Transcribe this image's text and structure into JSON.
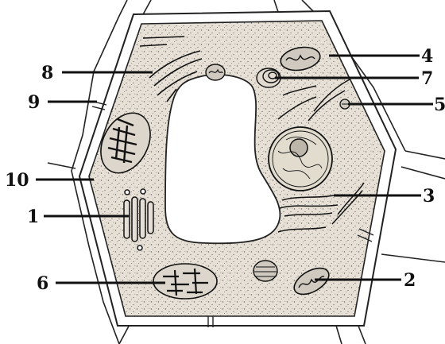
{
  "labels": {
    "l1": "1",
    "l2": "2",
    "l3": "3",
    "l4": "4",
    "l5": "5",
    "l6": "6",
    "l7": "7",
    "l8": "8",
    "l9": "9",
    "l10": "10"
  },
  "colors": {
    "ink": "#111111",
    "cytoplasm": "#e8e2d8",
    "wall": "#ffffff",
    "vacuole": "#ffffff"
  }
}
